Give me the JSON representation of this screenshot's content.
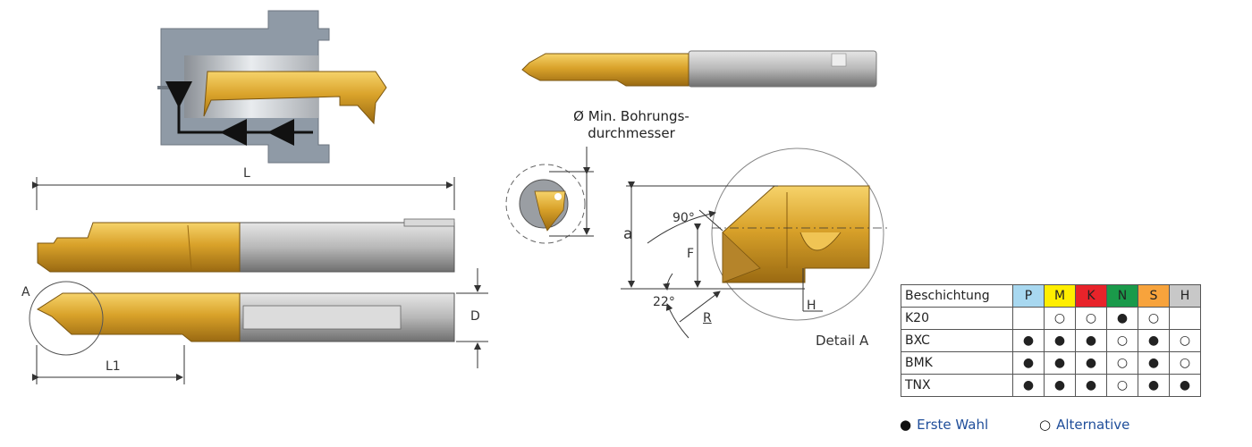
{
  "labels": {
    "L": "L",
    "L1": "L1",
    "D": "D",
    "A": "A",
    "a": "a",
    "F": "F",
    "H": "H",
    "R": "R",
    "angle_90": "90°",
    "angle_22": "22°",
    "detail": "Detail A"
  },
  "caption": {
    "line1": "Ø Min. Bohrungs-",
    "line2": "durchmesser"
  },
  "table": {
    "header_label": "Beschichtung",
    "groups": [
      {
        "code": "P",
        "color": "#a8d8f0"
      },
      {
        "code": "M",
        "color": "#ffee00"
      },
      {
        "code": "K",
        "color": "#e8232a"
      },
      {
        "code": "N",
        "color": "#1a9a4a"
      },
      {
        "code": "S",
        "color": "#f7a33c"
      },
      {
        "code": "H",
        "color": "#c8c8c8"
      }
    ],
    "rows": [
      {
        "name": "K20",
        "marks": [
          "",
          "○",
          "○",
          "●",
          "○",
          ""
        ]
      },
      {
        "name": "BXC",
        "marks": [
          "●",
          "●",
          "●",
          "○",
          "●",
          "○"
        ]
      },
      {
        "name": "BMK",
        "marks": [
          "●",
          "●",
          "●",
          "○",
          "●",
          "○"
        ]
      },
      {
        "name": "TNX",
        "marks": [
          "●",
          "●",
          "●",
          "○",
          "●",
          "●"
        ]
      }
    ]
  },
  "legend": {
    "first_symbol": "●",
    "first_label": "Erste Wahl",
    "alt_symbol": "○",
    "alt_label": "Alternative"
  }
}
